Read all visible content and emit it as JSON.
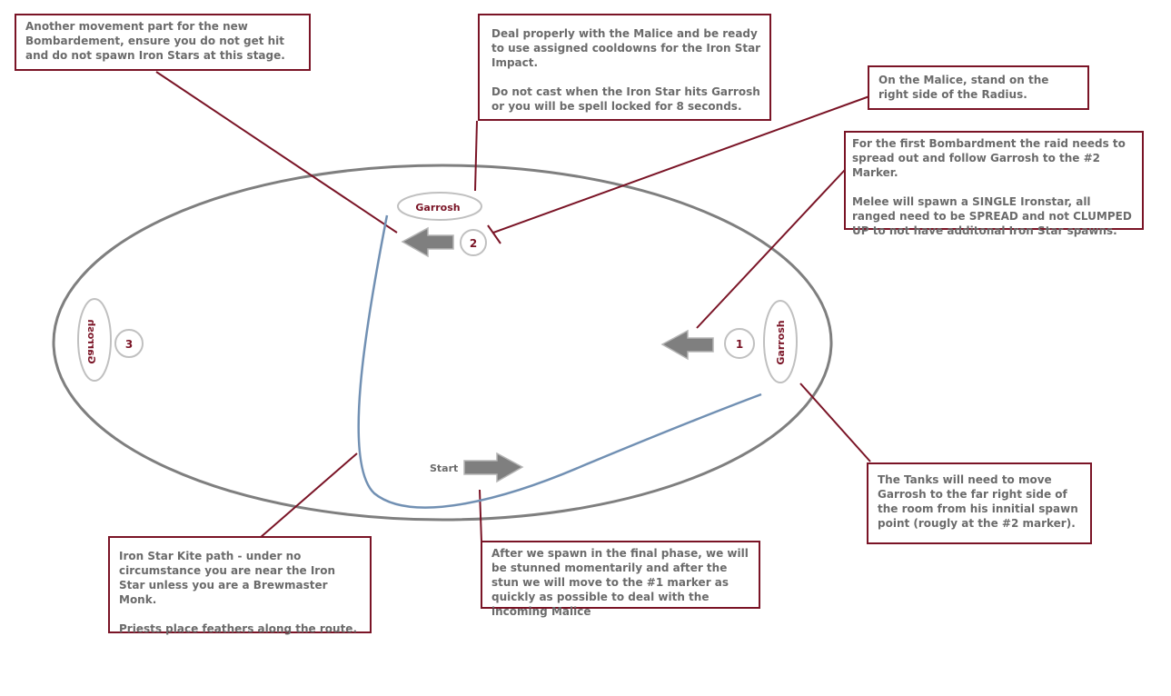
{
  "boss_labels": {
    "top": "Garrosh",
    "right": "Garrosh",
    "left": "Garrosh"
  },
  "markers": {
    "one": "1",
    "two": "2",
    "three": "3"
  },
  "start_label": "Start",
  "notes": {
    "bombardment_movement": [
      "Another movement part for the new Bombardement, ensure you do not get hit and do not spawn Iron Stars at this stage."
    ],
    "malice_cooldowns": [
      "Deal properly with the Malice and be ready to use assigned cooldowns for the Iron Star Impact.",
      "Do not cast when the Iron Star hits Garrosh or you will be spell locked for 8 seconds."
    ],
    "malice_position": [
      "On the Malice, stand on the right side of the Radius."
    ],
    "first_bombardment": [
      "For the first Bombardment the raid needs to spread out and follow Garrosh to the #2 Marker.",
      "Melee will spawn a SINGLE Ironstar, all ranged need to be SPREAD and not CLUMPED UP to not have additonal Iron Star spawns."
    ],
    "tanks": [
      " The Tanks will need to move Garrosh to the far right side of the room from his innitial spawn point (rougly at the #2 marker)."
    ],
    "kite_path": [
      "Iron Star Kite path - under no circumstance you are near the Iron Star unless you are a Brewmaster Monk.",
      "Priests place feathers along the route."
    ],
    "final_phase": [
      "After we spawn in the final phase, we will be stunned momentarily and after the stun we will move to the #1 marker as quickly as possible to deal with the incoming Malice"
    ]
  },
  "colors": {
    "note_border": "#7a1426",
    "note_text": "#6b6b6b",
    "leader_line": "#7a1426",
    "room_outline": "#7f7f7f",
    "kite_path": "#7190b3",
    "arrow_fill": "#7f7f7f",
    "boss_text": "#7a1426",
    "marker_ring": "#c0c0c0"
  }
}
